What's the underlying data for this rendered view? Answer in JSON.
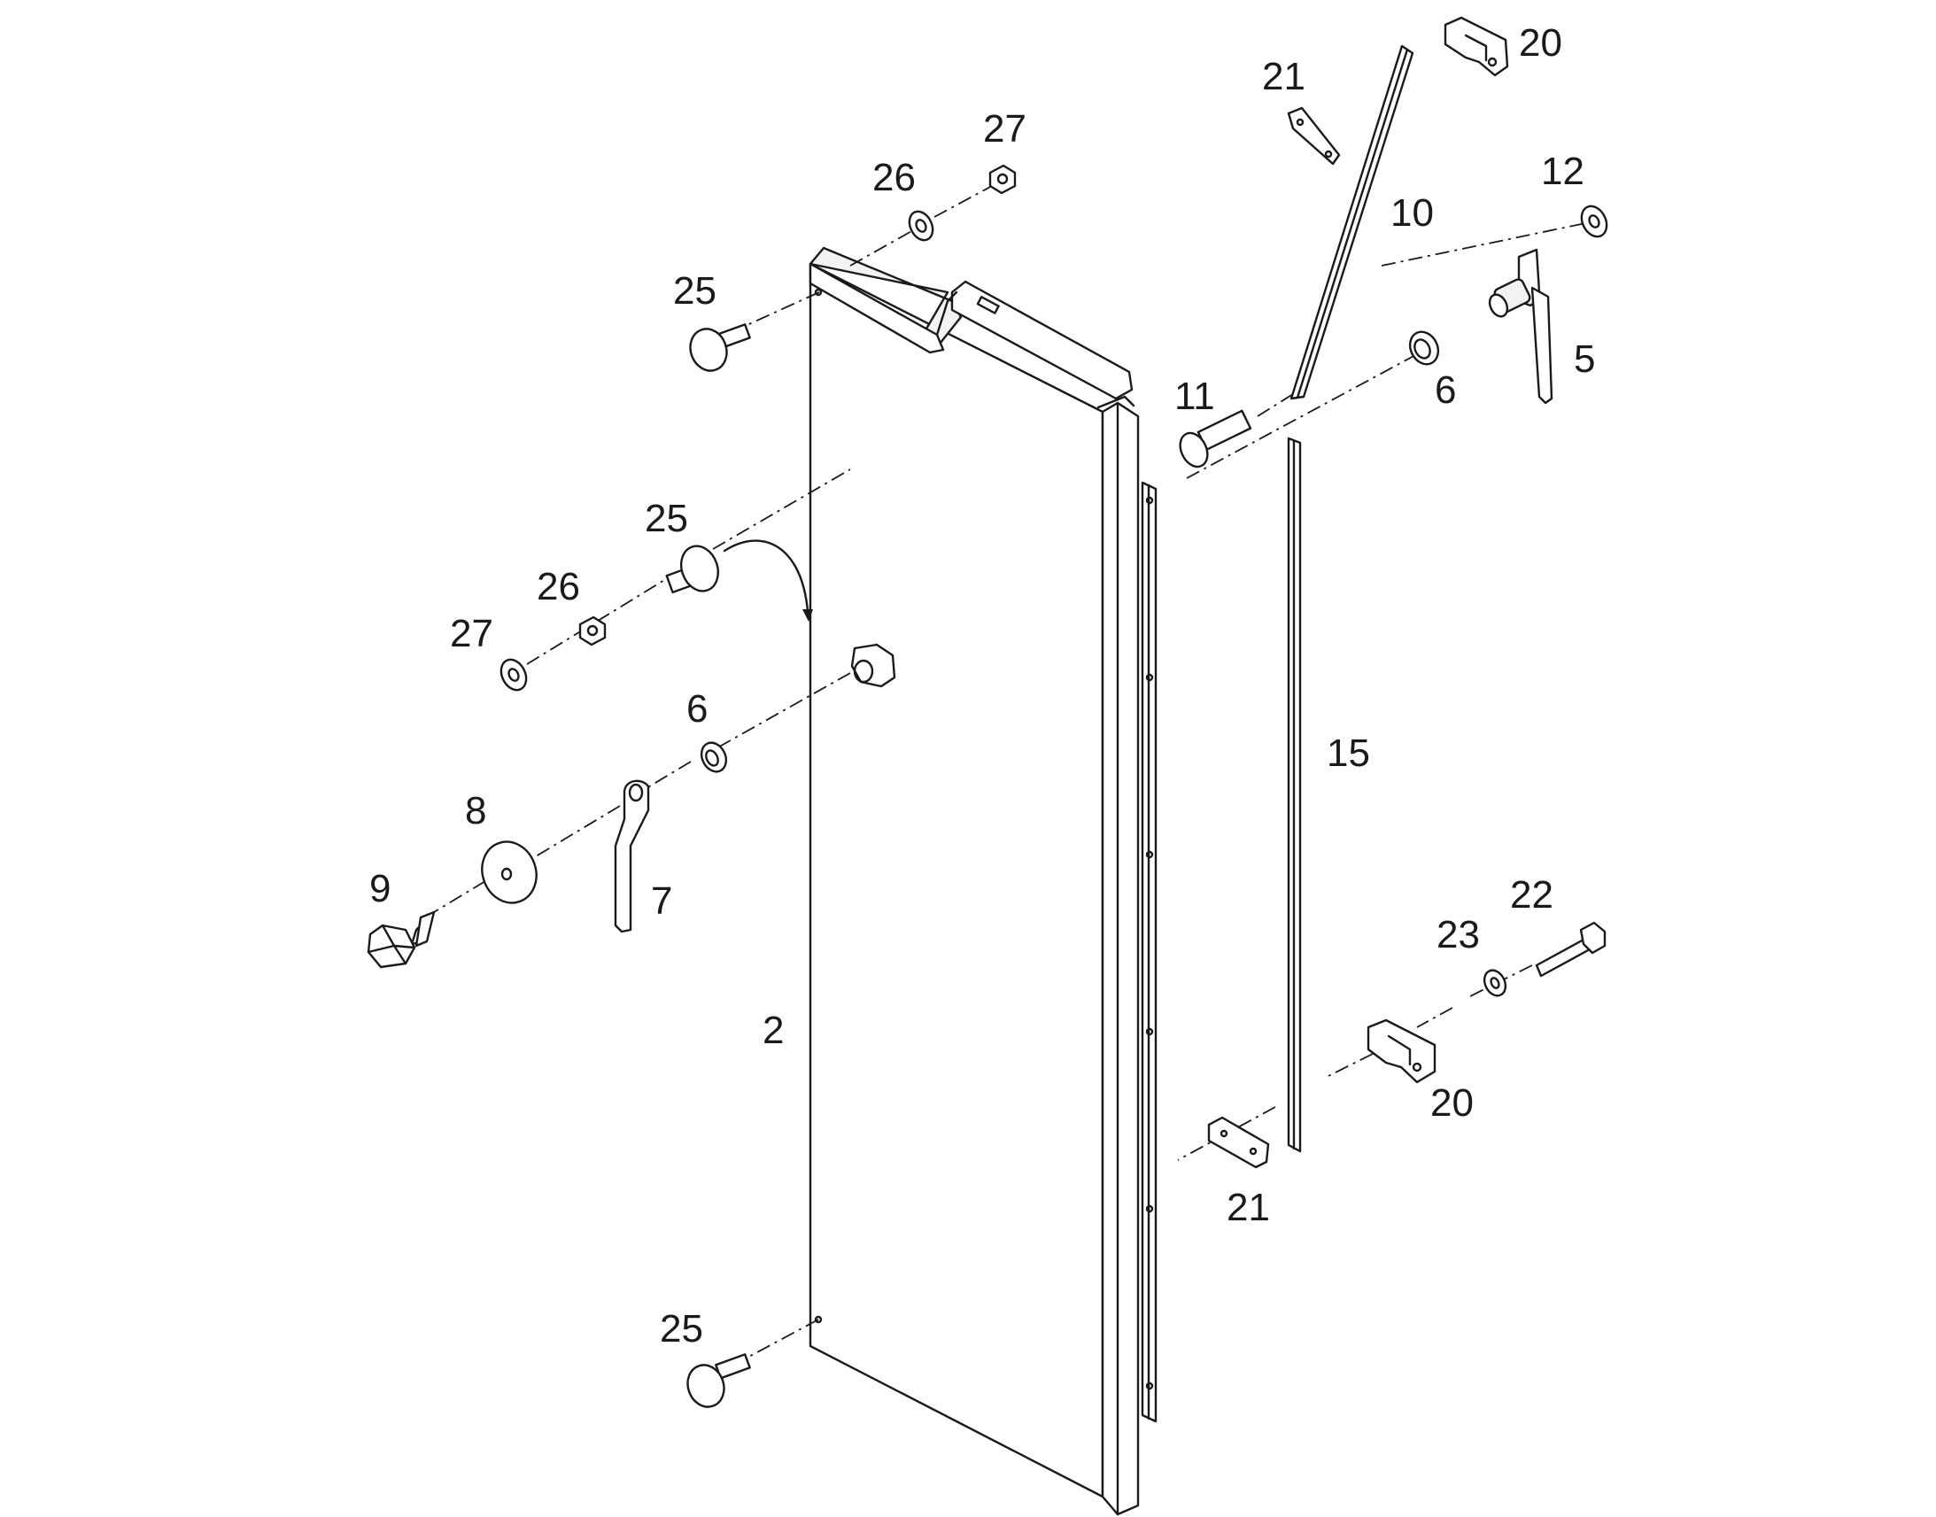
{
  "diagram": {
    "callouts": [
      {
        "id": "c2",
        "label": "2"
      },
      {
        "id": "c5",
        "label": "5"
      },
      {
        "id": "c6a",
        "label": "6"
      },
      {
        "id": "c6b",
        "label": "6"
      },
      {
        "id": "c7",
        "label": "7"
      },
      {
        "id": "c8",
        "label": "8"
      },
      {
        "id": "c9",
        "label": "9"
      },
      {
        "id": "c10",
        "label": "10"
      },
      {
        "id": "c11",
        "label": "11"
      },
      {
        "id": "c12",
        "label": "12"
      },
      {
        "id": "c15",
        "label": "15"
      },
      {
        "id": "c20a",
        "label": "20"
      },
      {
        "id": "c20b",
        "label": "20"
      },
      {
        "id": "c21a",
        "label": "21"
      },
      {
        "id": "c21b",
        "label": "21"
      },
      {
        "id": "c22",
        "label": "22"
      },
      {
        "id": "c23",
        "label": "23"
      },
      {
        "id": "c25a",
        "label": "25"
      },
      {
        "id": "c25b",
        "label": "25"
      },
      {
        "id": "c25c",
        "label": "25"
      },
      {
        "id": "c26a",
        "label": "26"
      },
      {
        "id": "c26b",
        "label": "26"
      },
      {
        "id": "c27a",
        "label": "27"
      },
      {
        "id": "c27b",
        "label": "27"
      }
    ]
  }
}
